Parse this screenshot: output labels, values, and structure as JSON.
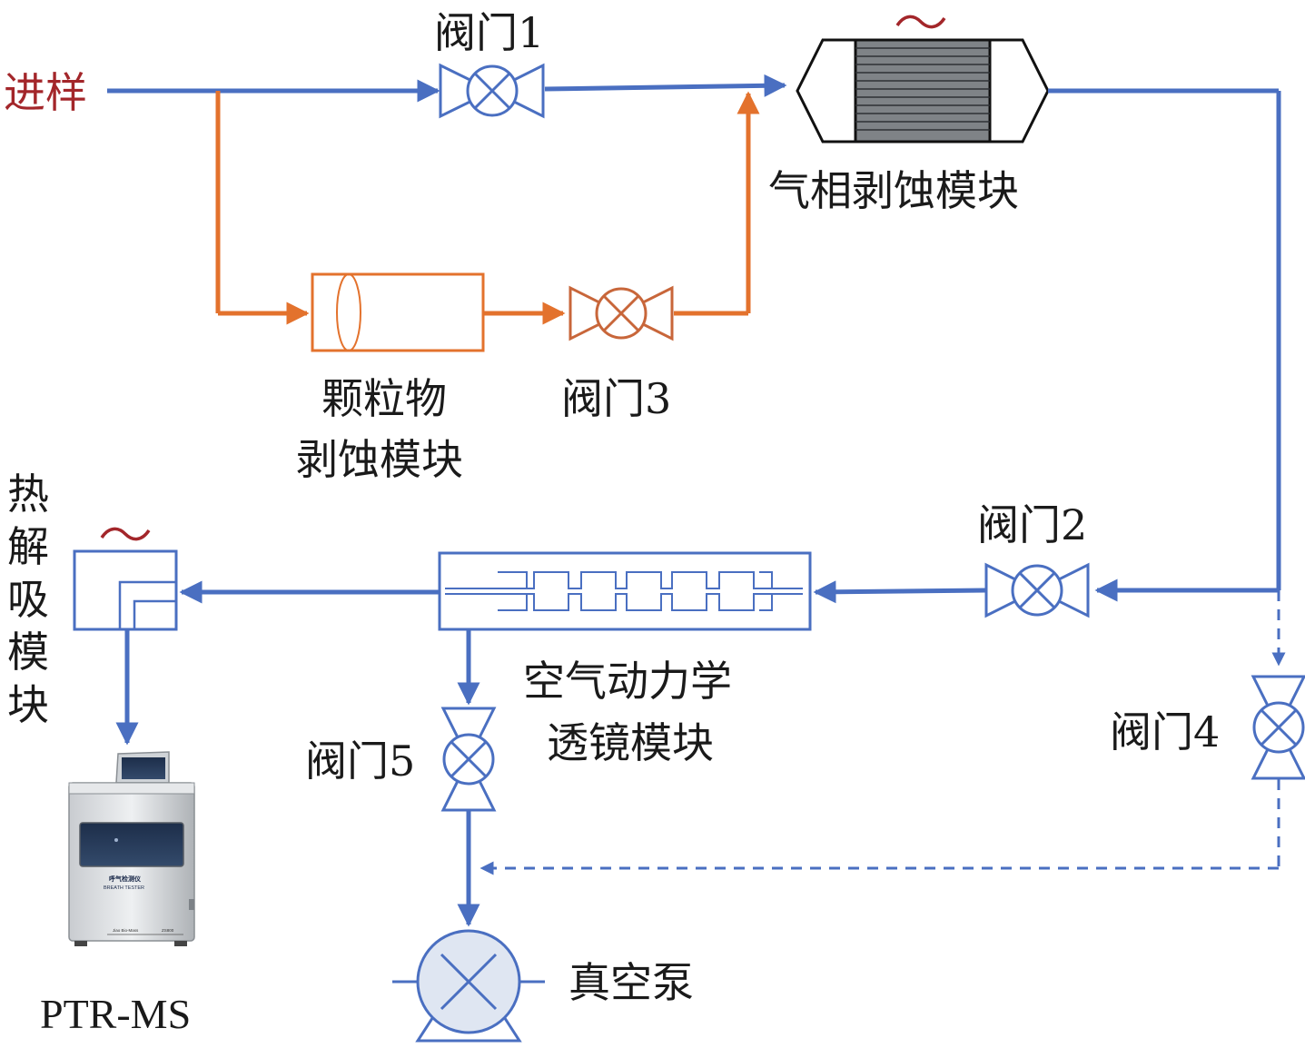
{
  "colors": {
    "blue": "#4a6fc1",
    "orange": "#e3722d",
    "red": "#a3262a",
    "text": "#1a1a1a",
    "gray": "#7f8387"
  },
  "labels": {
    "inlet": "进样",
    "valve1": "阀门1",
    "valve2": "阀门2",
    "valve3": "阀门3",
    "valve4": "阀门4",
    "valve5": "阀门5",
    "gas_module": "气相剥蚀模块",
    "particle_module_line1": "颗粒物",
    "particle_module_line2": "剥蚀模块",
    "thermal_module_chars": [
      "热",
      "解",
      "吸",
      "模",
      "块"
    ],
    "lens_module_line1": "空气动力学",
    "lens_module_line2": "透镜模块",
    "pump": "真空泵",
    "instrument": "PTR-MS",
    "heater_symbol": "~"
  },
  "device": {
    "brand_cn": "呼气检测仪",
    "brand_en": "BREATH TESTER",
    "maker": "Jiao Bio-Mass",
    "model": "ZS800"
  },
  "icons": [
    "valve-icon",
    "heater-icon",
    "pump-icon",
    "flow-arrow-icon"
  ]
}
